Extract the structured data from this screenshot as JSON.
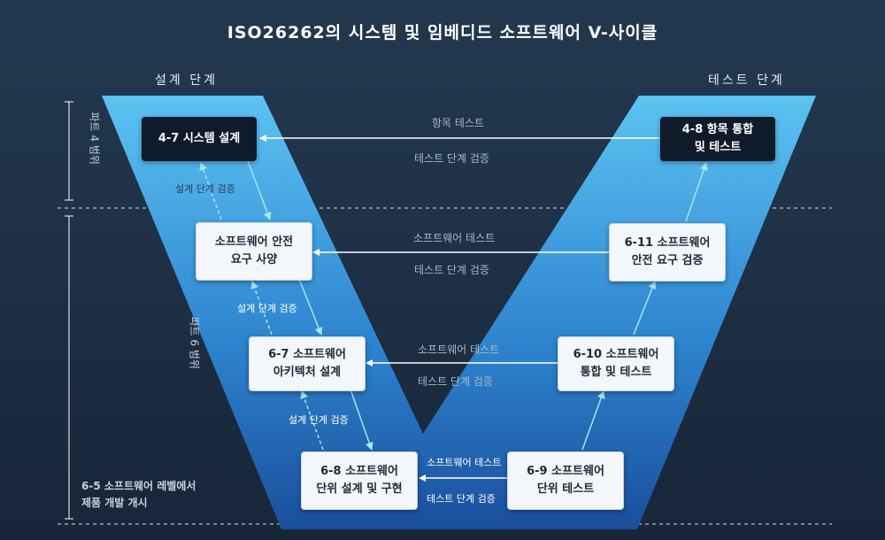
{
  "title": "ISO26262의 시스템 및 임베디드 소프트웨어 V-사이클",
  "phases": {
    "left": "설계 단계",
    "right": "테스트 단계"
  },
  "scopes": {
    "part4": "파트 4 범위",
    "part6": "파트 6 범위"
  },
  "footnote": {
    "line1": "6-5 소프트웨어 레벨에서",
    "line2": "제품 개발 개시"
  },
  "boxes": {
    "b47": {
      "line1": "4-7 시스템 설계"
    },
    "b48": {
      "line1": "4-8 항목 통합",
      "line2": "및 테스트"
    },
    "b66": {
      "line1": "소프트웨어 안전",
      "line2": "요구 사양"
    },
    "b611": {
      "line1": "6-11 소프트웨어",
      "line2": "안전 요구 검증"
    },
    "b67": {
      "line1": "6-7 소프트웨어",
      "line2": "아키텍처 설계"
    },
    "b610": {
      "line1": "6-10 소프트웨어",
      "line2": "통합 및 테스트"
    },
    "b68": {
      "line1": "6-8 소프트웨어",
      "line2": "단위 설계 및 구현"
    },
    "b69": {
      "line1": "6-9 소프트웨어",
      "line2": "단위 테스트"
    }
  },
  "horizontal_labels": {
    "r1_top": "항목 테스트",
    "r1_bottom": "테스트 단계 검증",
    "r2_top": "소프트웨어 테스트",
    "r2_bottom": "테스트 단계 검증",
    "r3_top": "소프트웨어 테스트",
    "r3_bottom": "테스트 단계 검증",
    "r4_top": "소프트웨어 테스트",
    "r4_bottom": "테스트 단계 검증"
  },
  "verify_labels": {
    "v1": "설계 단계 검증",
    "v2": "설계 단계 검증",
    "v3": "설계 단계 검증"
  },
  "colors": {
    "v_light": "#5cc3f2",
    "v_dark": "#1a4f9c",
    "box_dark": "#0f1b2b",
    "arrow": "#a8e6f0"
  }
}
